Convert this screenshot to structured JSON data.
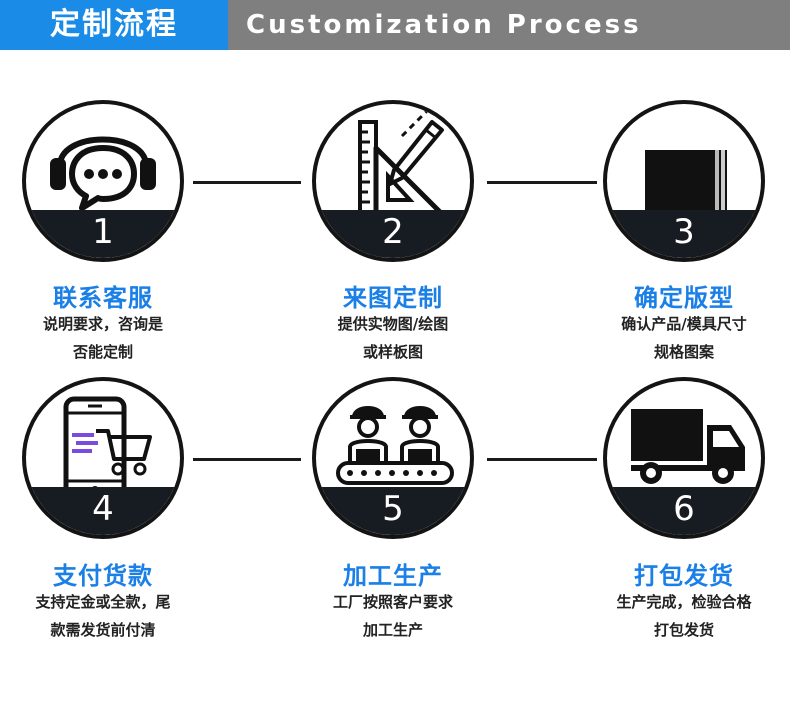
{
  "header": {
    "title_cn": "定制流程",
    "title_en": "Customization Process"
  },
  "steps": [
    {
      "number": "1",
      "title": "联系客服",
      "desc_line1": "说明要求，咨询是",
      "desc_line2": "否能定制",
      "icon": "customer-service-headset-icon"
    },
    {
      "number": "2",
      "title": "来图定制",
      "desc_line1": "提供实物图/绘图",
      "desc_line2": "或样板图",
      "icon": "ruler-pencil-icon"
    },
    {
      "number": "3",
      "title": "确定版型",
      "desc_line1": "确认产品/模具尺寸",
      "desc_line2": "规格图案",
      "icon": "sample-cards-icon"
    },
    {
      "number": "4",
      "title": "支付货款",
      "desc_line1": "支持定金或全款，尾",
      "desc_line2": "款需发货前付清",
      "icon": "mobile-shopping-cart-icon"
    },
    {
      "number": "5",
      "title": "加工生产",
      "desc_line1": "工厂按照客户要求",
      "desc_line2": "加工生产",
      "icon": "factory-workers-icon"
    },
    {
      "number": "6",
      "title": "打包发货",
      "desc_line1": "生产完成，检验合格",
      "desc_line2": "打包发货",
      "icon": "delivery-truck-icon"
    }
  ]
}
